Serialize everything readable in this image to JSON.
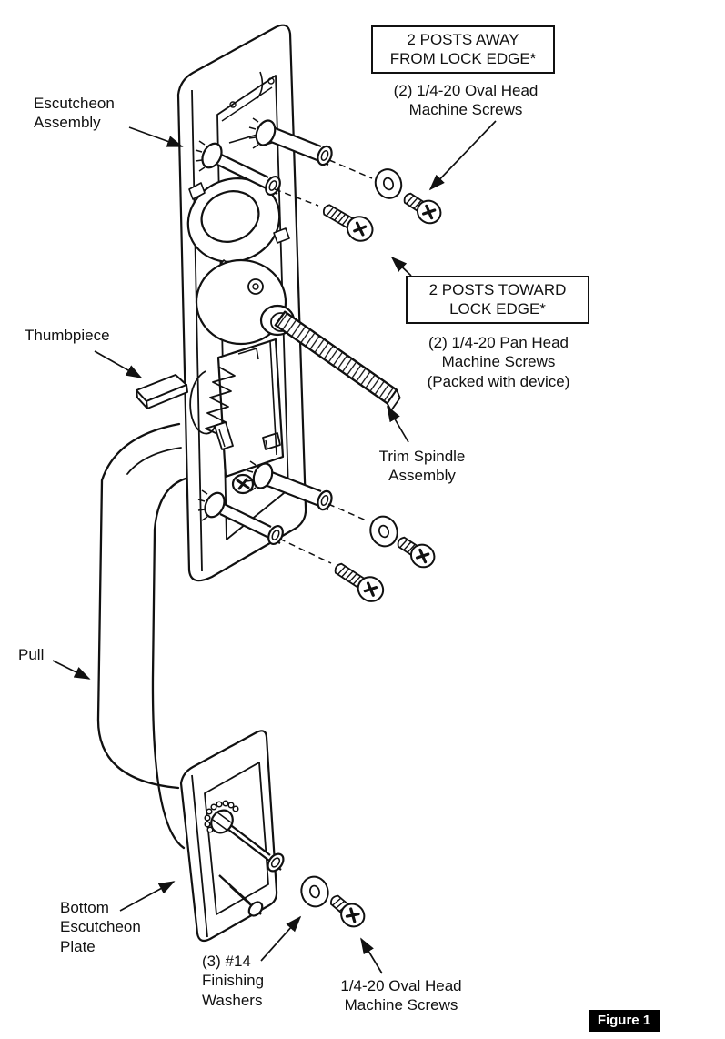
{
  "figure": {
    "badge": "Figure 1"
  },
  "callouts": {
    "posts_away_box": "2 POSTS AWAY\nFROM LOCK EDGE*",
    "posts_away_note": "(2) 1/4-20 Oval Head\nMachine Screws",
    "posts_toward_box": "2 POSTS TOWARD\nLOCK EDGE*",
    "posts_toward_note": "(2) 1/4-20 Pan Head\nMachine Screws\n(Packed with device)"
  },
  "part_labels": {
    "escutcheon_assembly": "Escutcheon\nAssembly",
    "thumbpiece": "Thumbpiece",
    "trim_spindle_assembly": "Trim Spindle\nAssembly",
    "pull": "Pull",
    "bottom_escutcheon_plate": "Bottom\nEscutcheon\nPlate",
    "finishing_washers": "(3) #14\nFinishing\nWashers",
    "oval_head_machine_screws": "1/4-20 Oval Head\nMachine Screws"
  },
  "colors": {
    "ink": "#111111",
    "paper": "#ffffff",
    "figure_badge_bg": "#000000",
    "figure_badge_text": "#ffffff"
  }
}
